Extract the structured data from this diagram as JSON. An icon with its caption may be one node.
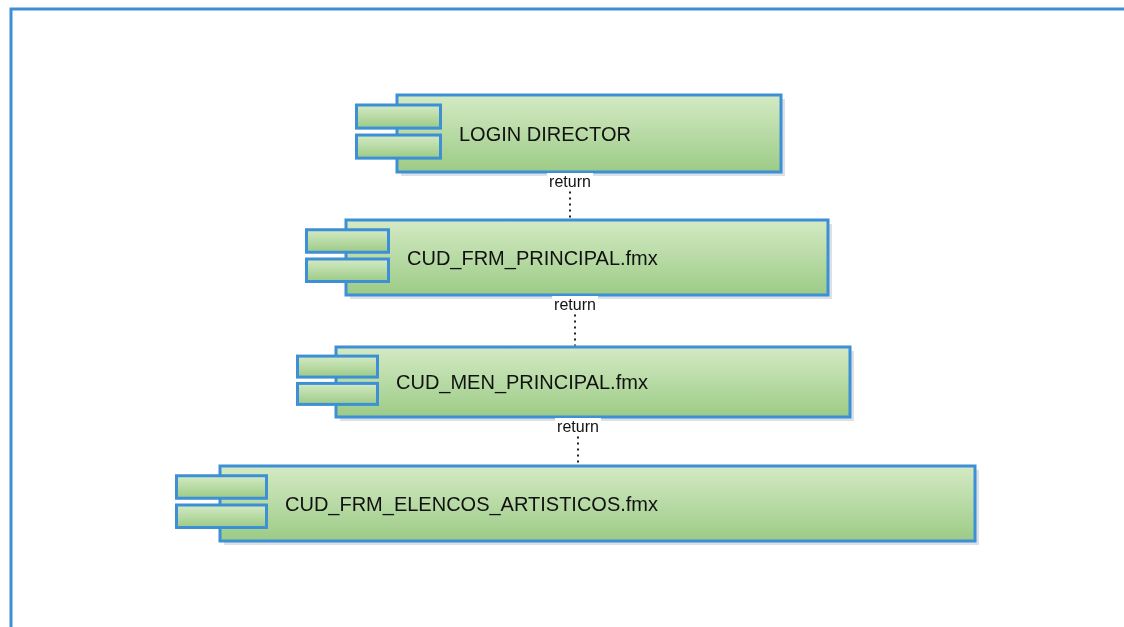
{
  "diagram": {
    "nodes": [
      {
        "text": [
          "LOGIN DIRECTOR"
        ]
      },
      {
        "text": [
          "CUD_FRM_PRINCIPAL.fmx"
        ]
      },
      {
        "text": [
          "CUD_MEN_PRINCIPAL.fmx"
        ]
      },
      {
        "text": [
          "CUD_FRM_ELENCOS_ARTISTICOS.fmx"
        ]
      }
    ],
    "edges": [
      {
        "from": 0,
        "to": 1,
        "arrow": "none",
        "label": "return",
        "style": "dashed"
      },
      {
        "from": 1,
        "to": 2,
        "arrow": "none",
        "label": "return",
        "style": "dashed"
      },
      {
        "from": 2,
        "to": 3,
        "arrow": "none",
        "label": "return",
        "style": "dashed"
      }
    ]
  }
}
